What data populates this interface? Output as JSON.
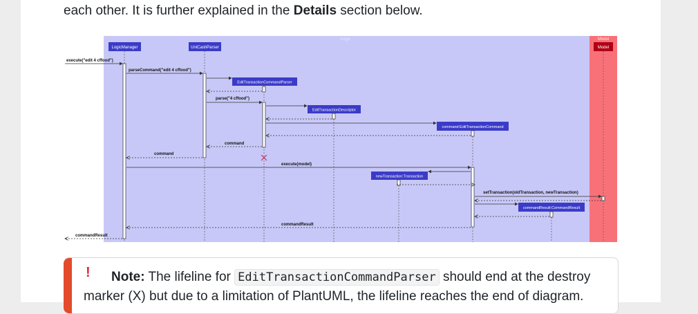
{
  "intro": {
    "prefix": "each other. It is further explained in the ",
    "emphasis": "Details",
    "suffix": " section below."
  },
  "diagram": {
    "boxes": {
      "logic": "Logic",
      "model": "Model"
    },
    "colors": {
      "logic_fill": "#c8c8f8",
      "model_fill": "#f87178",
      "participant_fill": "#3b3bc8",
      "model_participant_fill": "#b00014",
      "destroy": "#c8365a"
    },
    "participants": {
      "logic_manager": "LogicManager",
      "unicash_parser": "UniCashParser",
      "edit_parser": "EditTransactionCommandParser",
      "edit_descriptor": "EditTransactionDescriptor",
      "edit_command": "command:EditTransactionCommand",
      "new_transaction": "newTransaction:Transaction",
      "command_result": "commandResult:CommandResult",
      "model": "Model"
    },
    "messages": {
      "execute_call": "execute(\"edit 4 cffood\")",
      "parse_command": "parseCommand(\"edit 4 cffood\")",
      "parse": "parse(\"4 cffood\")",
      "command_return_1": "command",
      "command_return_2": "command",
      "execute_model": "execute(model)",
      "set_transaction": "setTransaction(oldTransaction, newTransaction)",
      "command_result_return": "commandResult",
      "command_result_final": "commandResult"
    }
  },
  "note": {
    "icon": "!",
    "label": "Note:",
    "text_before": " The lifeline for ",
    "code": "EditTransactionCommandParser",
    "text_after": " should end at the destroy marker (X) but due to a limitation of PlantUML, the lifeline reaches the end of diagram."
  }
}
